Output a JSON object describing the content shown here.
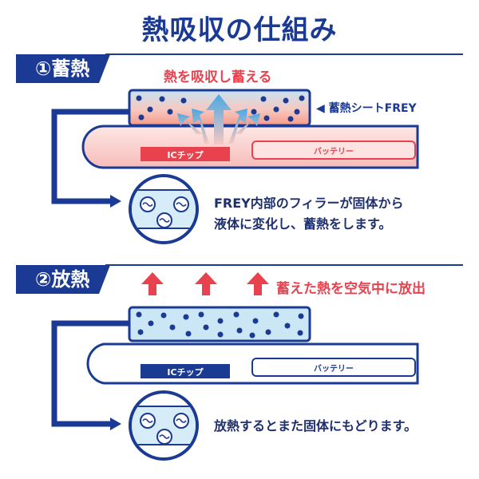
{
  "title": "熱吸収の仕組み",
  "section1": {
    "label": "①蓄熱",
    "caption": "熱を吸収し蓄える",
    "sheet_label": "◀ 蓄熱シートFREY",
    "chip_label": "ICチップ",
    "battery_label": "バッテリー",
    "description_line1": "FREY内部のフィラーが固体から",
    "description_line2": "液体に変化し、蓄熱をします。"
  },
  "section2": {
    "label": "②放熱",
    "caption": "蓄えた熱を空気中に放出",
    "chip_label": "ICチップ",
    "battery_label": "バッテリー",
    "description": "放熱するとまた固体にもどります。"
  },
  "colors": {
    "navy": "#1a3a94",
    "red": "#e8424f",
    "device_pink": "#f7cfcd",
    "sheet_blue": "#cbe6f5"
  }
}
